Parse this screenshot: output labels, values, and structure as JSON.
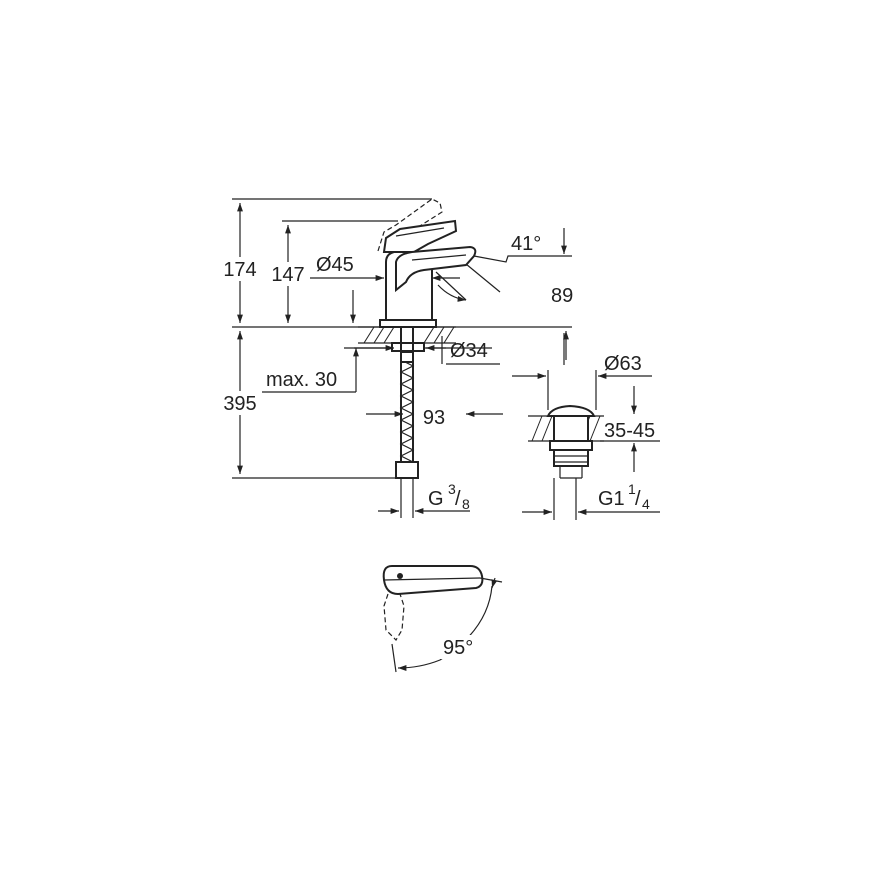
{
  "dimensions": {
    "height_total": "174",
    "height_spout": "147",
    "base_diameter": "Ø45",
    "spout_angle": "41°",
    "spout_projection": "89",
    "hole_diameter": "Ø34",
    "max_thickness": "max. 30",
    "hose_length": "395",
    "center_distance": "93",
    "hose_thread_main": "G",
    "hose_thread_fraction_num": "3",
    "hose_thread_fraction_den": "8",
    "waste_diameter": "Ø63",
    "waste_range": "35-45",
    "waste_thread_main": "G1",
    "waste_thread_fraction_num": "1",
    "waste_thread_fraction_den": "4",
    "lever_swivel": "95°"
  }
}
